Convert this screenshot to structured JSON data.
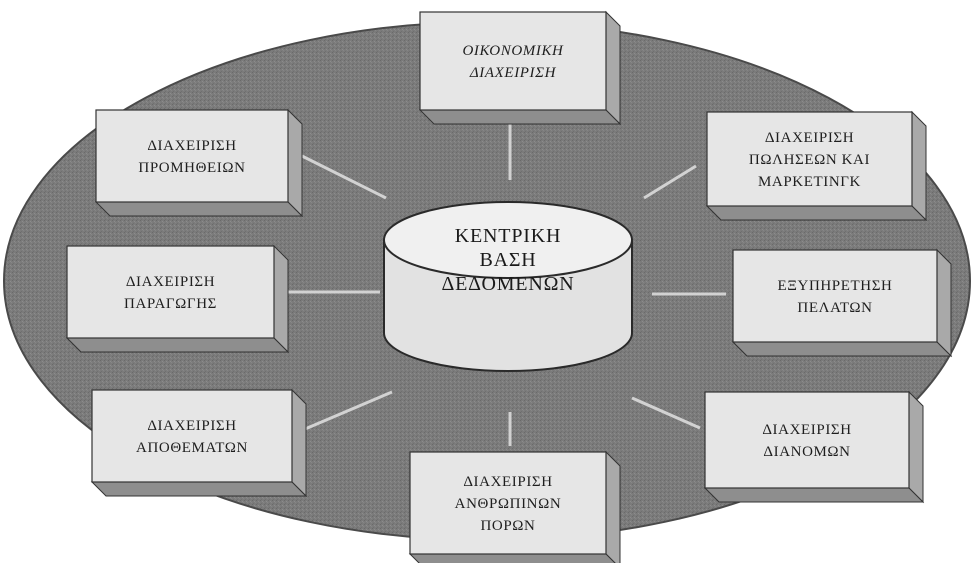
{
  "center": {
    "lines": [
      "ΚΕΝΤΡΙΚΗ",
      "ΒΑΣΗ",
      "ΔΕΔΟΜΕΝΩΝ"
    ]
  },
  "modules": [
    {
      "id": "finance",
      "lines": [
        "ΟΙΚΟΝΟΜΙΚΗ",
        "ΔΙΑΧΕΙΡΙΣΗ"
      ]
    },
    {
      "id": "procurement",
      "lines": [
        "ΔΙΑΧΕΙΡΙΣΗ",
        "ΠΡΟΜΗΘΕΙΩΝ"
      ]
    },
    {
      "id": "sales-marketing",
      "lines": [
        "ΔΙΑΧΕΙΡΙΣΗ",
        "ΠΩΛΗΣΕΩΝ ΚΑΙ",
        "ΜΑΡΚΕΤΙΝΓΚ"
      ]
    },
    {
      "id": "production",
      "lines": [
        "ΔΙΑΧΕΙΡΙΣΗ",
        "ΠΑΡΑΓΩΓΗΣ"
      ]
    },
    {
      "id": "customer-service",
      "lines": [
        "ΕΞΥΠΗΡΕΤΗΣΗ",
        "ΠΕΛΑΤΩΝ"
      ]
    },
    {
      "id": "inventory",
      "lines": [
        "ΔΙΑΧΕΙΡΙΣΗ",
        "ΑΠΟΘΕΜΑΤΩΝ"
      ]
    },
    {
      "id": "human-resources",
      "lines": [
        "ΔΙΑΧΕΙΡΙΣΗ",
        "ΑΝΘΡΩΠΙΝΩΝ",
        "ΠΟΡΩΝ"
      ]
    },
    {
      "id": "distribution",
      "lines": [
        "ΔΙΑΧΕΙΡΙΣΗ",
        "ΔΙΑΝΟΜΩΝ"
      ]
    }
  ],
  "colors": {
    "ellipse": "#7d7d7d",
    "ellipse_edge": "#4a4a4a",
    "box_face": "#e6e6e6",
    "box_side": "#a9a9a9",
    "box_bottom": "#8e8e8e",
    "connector": "#d2d2d2",
    "db_top": "#f0f0f0",
    "db_body": "#e2e2e2"
  }
}
